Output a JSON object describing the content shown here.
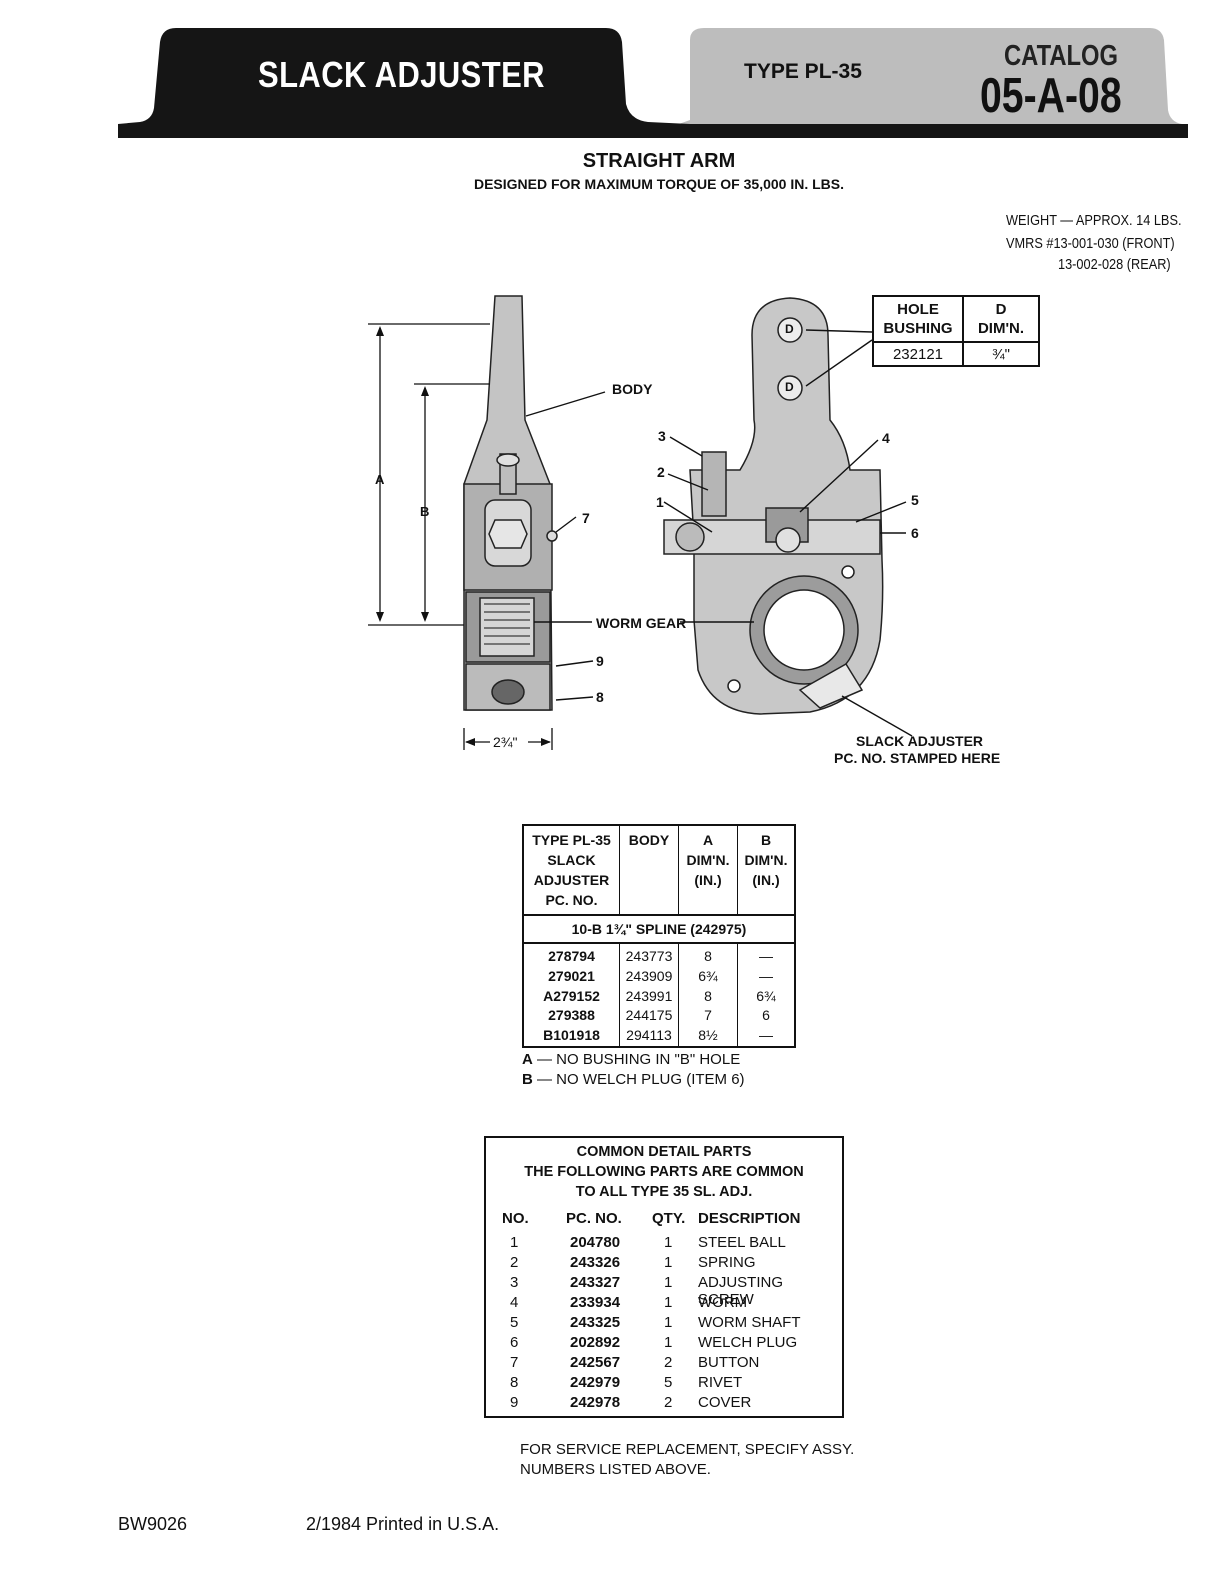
{
  "header": {
    "title": "SLACK ADJUSTER",
    "type_label": "TYPE PL-35",
    "catalog_label": "CATALOG",
    "catalog_number": "05-A-08"
  },
  "title": "STRAIGHT ARM",
  "subtitle": "DESIGNED FOR MAXIMUM TORQUE OF 35,000 IN. LBS.",
  "specs": {
    "weight": "WEIGHT — APPROX. 14 LBS.",
    "vmrs_front": "VMRS #13-001-030 (FRONT)",
    "vmrs_rear": "13-002-028 (REAR)"
  },
  "hole_table": {
    "col1_line1": "HOLE",
    "col1_line2": "BUSHING",
    "col2_line1": "D",
    "col2_line2": "DIM'N.",
    "bushing": "232121",
    "dim": "¾\""
  },
  "drawing_labels": {
    "body": "BODY",
    "worm_gear": "WORM GEAR",
    "dim_a": "A",
    "dim_b": "B",
    "width": "2¾\"",
    "item1": "1",
    "item2": "2",
    "item3": "3",
    "item4": "4",
    "item5": "5",
    "item6": "6",
    "item7": "7",
    "item8": "8",
    "item9": "9",
    "hole_d1": "D",
    "hole_d2": "D",
    "stamp_line1": "SLACK ADJUSTER",
    "stamp_line2": "PC. NO. STAMPED HERE"
  },
  "parts_table": {
    "headers": [
      [
        "TYPE PL-35",
        "SLACK",
        "ADJUSTER",
        "PC. NO."
      ],
      [
        "BODY"
      ],
      [
        "A",
        "DIM'N.",
        "(IN.)"
      ],
      [
        "B",
        "DIM'N.",
        "(IN.)"
      ]
    ],
    "spline": "10-B 1¾\" SPLINE (242975)",
    "rows": [
      {
        "pc": "278794",
        "body": "243773",
        "a": "8",
        "b": "—"
      },
      {
        "pc": "279021",
        "body": "243909",
        "a": "6¾",
        "b": "—"
      },
      {
        "pc": "A279152",
        "body": "243991",
        "a": "8",
        "b": "6¾"
      },
      {
        "pc": "279388",
        "body": "244175",
        "a": "7",
        "b": "6"
      },
      {
        "pc": "B101918",
        "body": "294113",
        "a": "8½",
        "b": "—"
      }
    ],
    "notes": [
      {
        "key": "A",
        "text": " — NO BUSHING IN \"B\" HOLE"
      },
      {
        "key": "B",
        "text": " — NO WELCH PLUG (ITEM 6)"
      }
    ]
  },
  "common_parts": {
    "title1": "COMMON DETAIL PARTS",
    "title2": "THE FOLLOWING PARTS ARE COMMON",
    "title3": "TO ALL TYPE 35 SL. ADJ.",
    "col_no": "NO.",
    "col_pc": "PC. NO.",
    "col_qty": "QTY.",
    "col_desc": "DESCRIPTION",
    "rows": [
      {
        "no": "1",
        "pc": "204780",
        "qty": "1",
        "desc": "STEEL BALL"
      },
      {
        "no": "2",
        "pc": "243326",
        "qty": "1",
        "desc": "SPRING"
      },
      {
        "no": "3",
        "pc": "243327",
        "qty": "1",
        "desc": "ADJUSTING SCREW"
      },
      {
        "no": "4",
        "pc": "233934",
        "qty": "1",
        "desc": "WORM"
      },
      {
        "no": "5",
        "pc": "243325",
        "qty": "1",
        "desc": "WORM SHAFT"
      },
      {
        "no": "6",
        "pc": "202892",
        "qty": "1",
        "desc": "WELCH PLUG"
      },
      {
        "no": "7",
        "pc": "242567",
        "qty": "2",
        "desc": "BUTTON"
      },
      {
        "no": "8",
        "pc": "242979",
        "qty": "5",
        "desc": "RIVET"
      },
      {
        "no": "9",
        "pc": "242978",
        "qty": "2",
        "desc": "COVER"
      }
    ]
  },
  "service_note_1": "FOR SERVICE REPLACEMENT, SPECIFY ASSY.",
  "service_note_2": "NUMBERS LISTED ABOVE.",
  "footer": {
    "code": "BW9026",
    "printed": "2/1984 Printed in U.S.A."
  }
}
